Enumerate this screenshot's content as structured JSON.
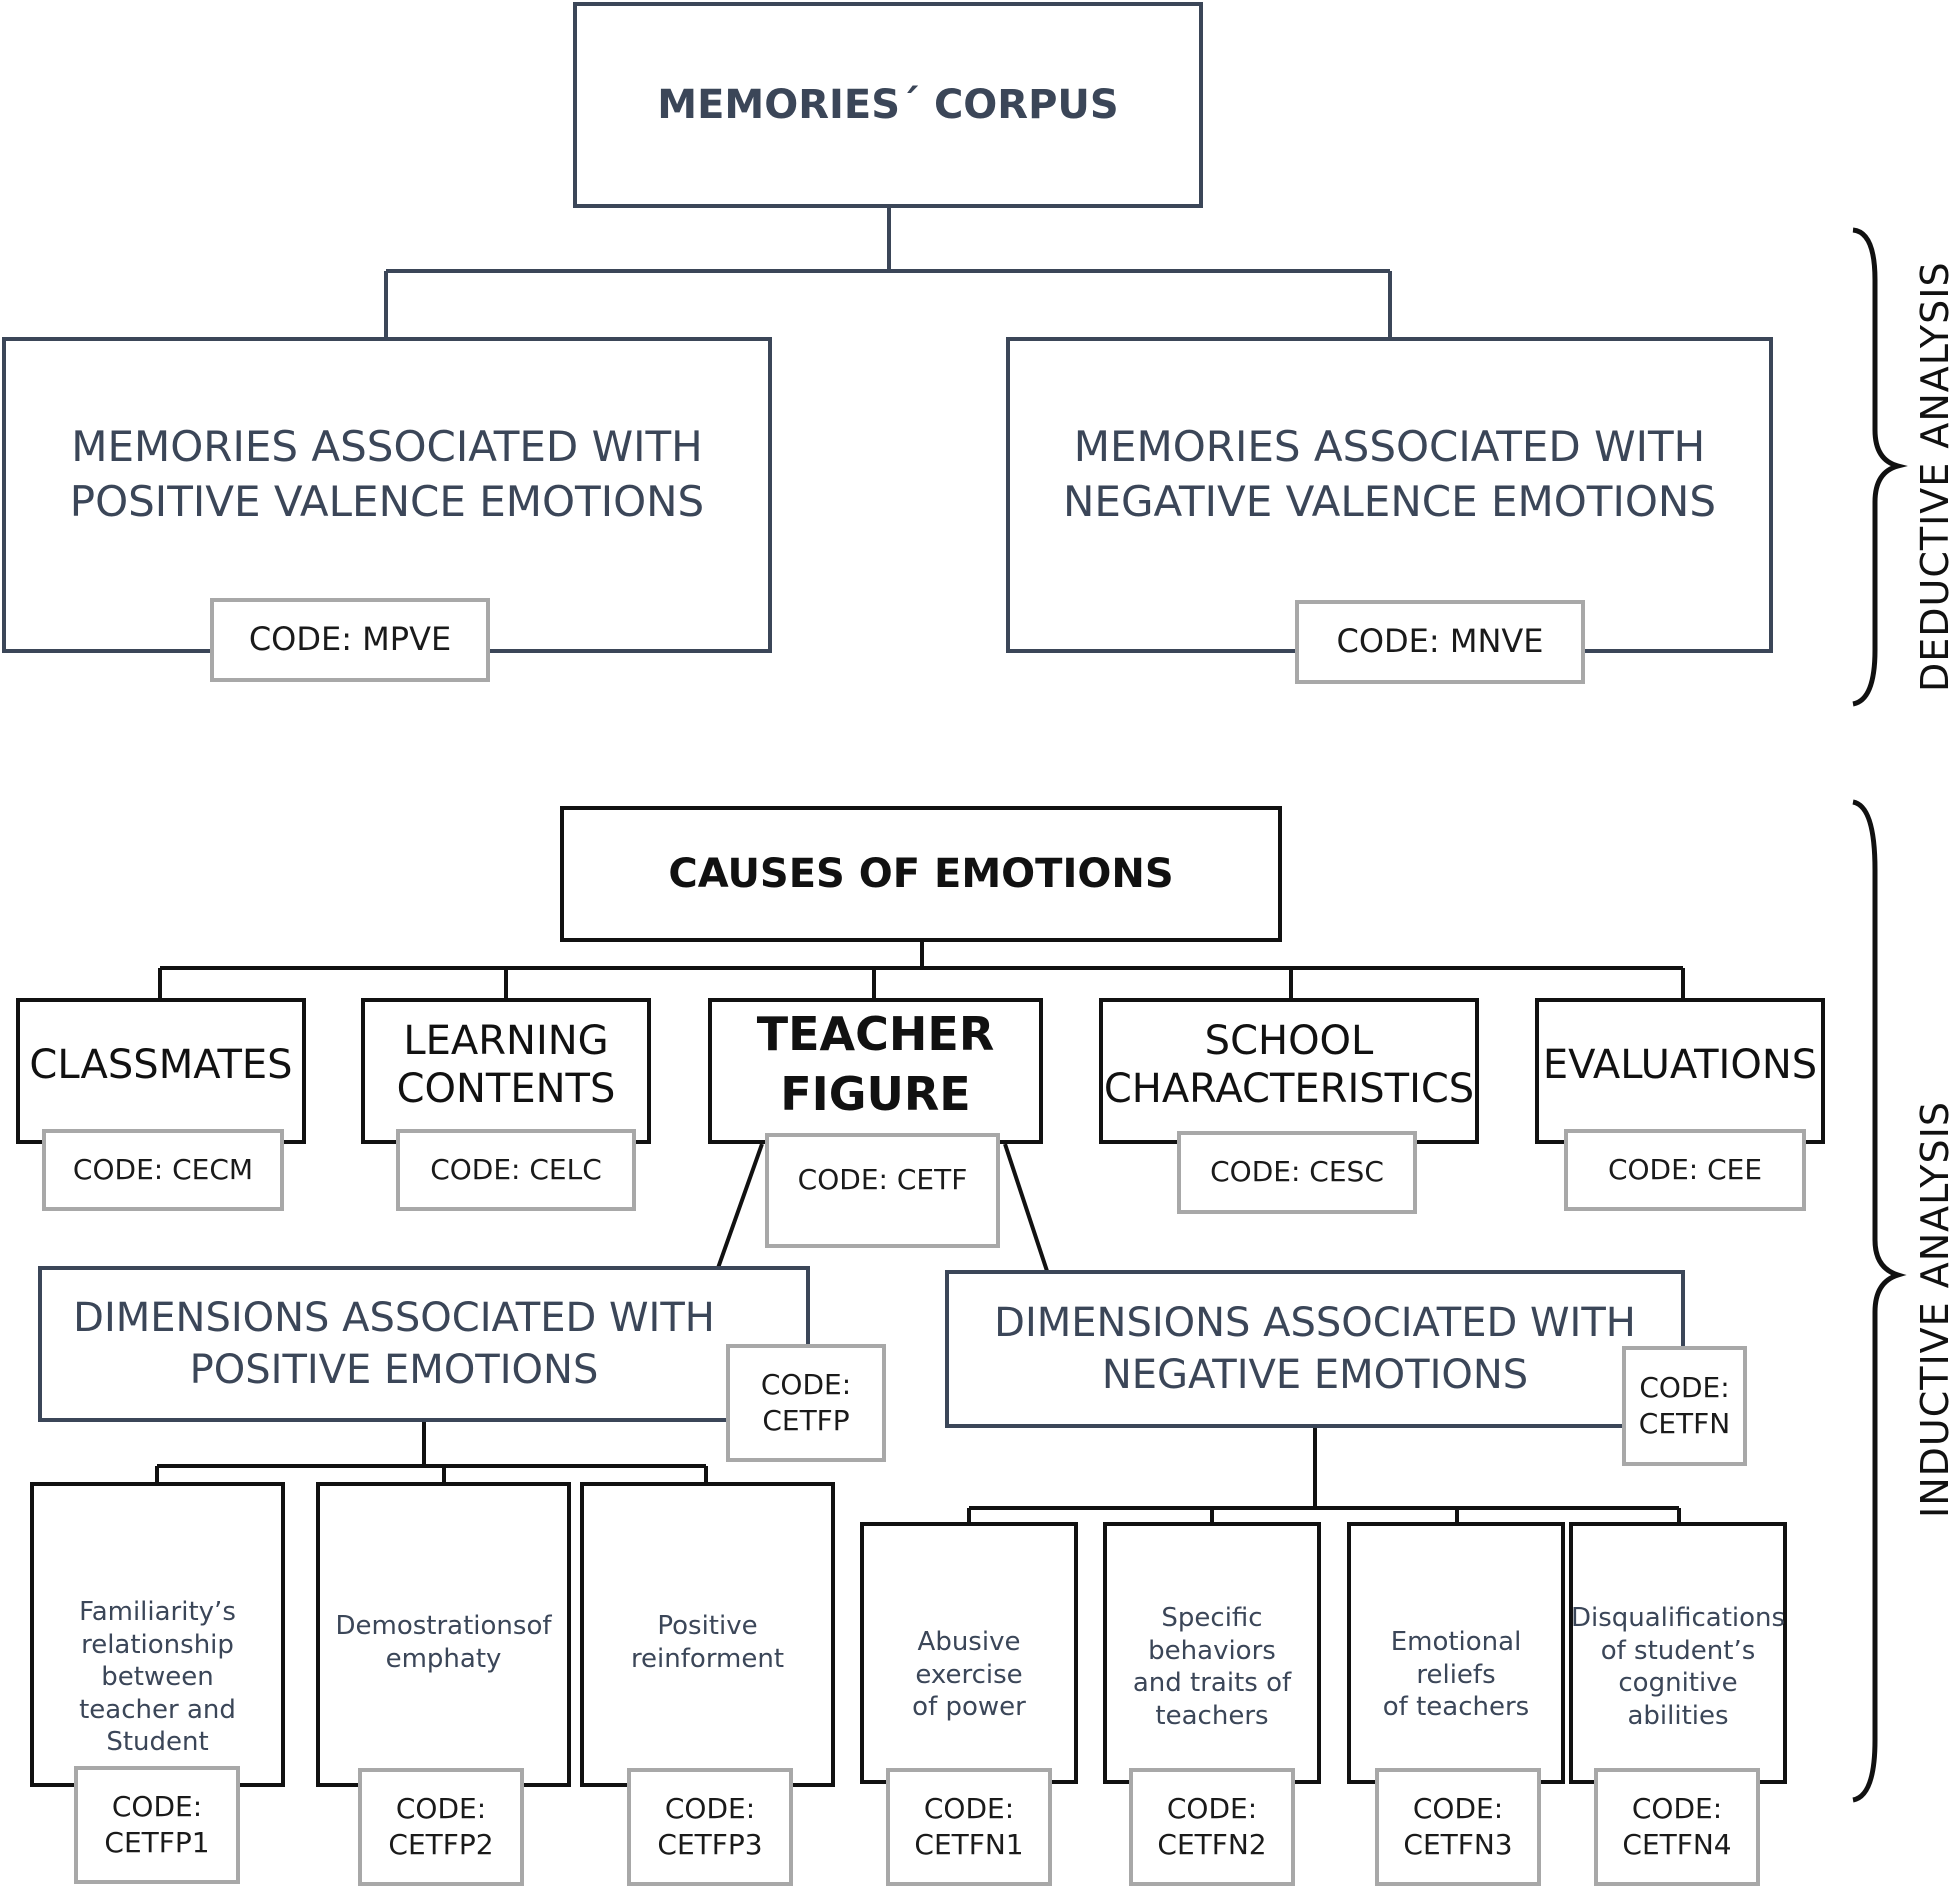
{
  "deductive": {
    "root": "MEMORIES´ CORPUS",
    "positive": {
      "label": "MEMORIES ASSOCIATED WITH\nPOSITIVE VALENCE EMOTIONS",
      "code": "CODE: MPVE"
    },
    "negative": {
      "label": "MEMORIES ASSOCIATED WITH\nNEGATIVE VALENCE EMOTIONS",
      "code": "CODE: MNVE"
    },
    "brace_label": "DEDUCTIVE ANALYSIS"
  },
  "inductive": {
    "root": "CAUSES OF EMOTIONS",
    "causes": [
      {
        "label": "CLASSMATES",
        "code": "CODE: CECM"
      },
      {
        "label": "LEARNING\nCONTENTS",
        "code": "CODE: CELC"
      },
      {
        "label": "TEACHER\nFIGURE",
        "code": "CODE: CETF"
      },
      {
        "label": "SCHOOL\nCHARACTERISTICS",
        "code": "CODE: CESC"
      },
      {
        "label": "EVALUATIONS",
        "code": "CODE: CEE"
      }
    ],
    "dim_positive": {
      "label": "DIMENSIONS ASSOCIATED WITH\nPOSITIVE EMOTIONS",
      "code": "CODE:\nCETFP"
    },
    "dim_negative": {
      "label": "DIMENSIONS ASSOCIATED WITH\nNEGATIVE EMOTIONS",
      "code": "CODE:\nCETFN"
    },
    "positive_leaves": [
      {
        "label": "Familiarity’s\nrelationship between\nteacher and Student",
        "code": "CODE:\nCETFP1"
      },
      {
        "label": "Demostrationsof\nemphaty",
        "code": "CODE:\nCETFP2"
      },
      {
        "label": "Positive\nreinforment",
        "code": "CODE:\nCETFP3"
      }
    ],
    "negative_leaves": [
      {
        "label": "Abusive exercise\nof power",
        "code": "CODE:\nCETFN1"
      },
      {
        "label": "Specific behaviors\nand traits of\nteachers",
        "code": "CODE:\nCETFN2"
      },
      {
        "label": "Emotional reliefs\nof teachers",
        "code": "CODE:\nCETFN3"
      },
      {
        "label": "Disqualifications\nof student’s\ncognitive abilities",
        "code": "CODE:\nCETFN4"
      }
    ],
    "brace_label": "INDUCTIVE ANALYSIS"
  }
}
